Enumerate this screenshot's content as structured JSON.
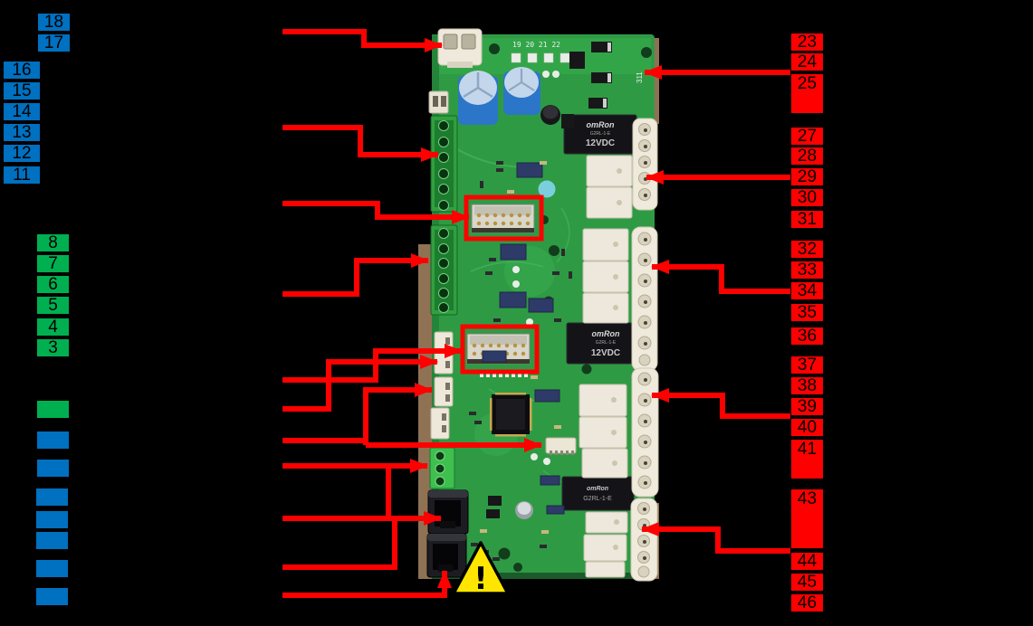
{
  "left_labels": {
    "top_blue": [
      "18",
      "17"
    ],
    "blue": [
      "16",
      "15",
      "14",
      "13",
      "12",
      "11"
    ],
    "green": [
      "8",
      "7",
      "6",
      "5",
      "4",
      "3"
    ]
  },
  "legend_swatches": [
    "green",
    "blue",
    "blue",
    "blue",
    "blue",
    "blue",
    "blue",
    "blue"
  ],
  "right_labels": {
    "g1": [
      "23",
      "24",
      "25"
    ],
    "g2": [
      "27",
      "28",
      "29",
      "30",
      "31"
    ],
    "g3": [
      "32",
      "33",
      "34",
      "35",
      "36"
    ],
    "g4": [
      "37",
      "38",
      "39",
      "40",
      "41"
    ],
    "g5": [
      "43",
      "44",
      "45",
      "46"
    ]
  },
  "board": {
    "silkscreen_top": "19   20   21   22",
    "silkscreen_side": "311",
    "relay": {
      "brand": "omRon",
      "model": "G2RL-1-E",
      "voltage": "12VDC"
    }
  },
  "icons": {
    "warning_triangle_glyph": "!"
  },
  "colors": {
    "annotation_red": "#FF0000",
    "label_blue": "#0070C0",
    "label_green": "#00B050",
    "pcb_green": "#2E9B44",
    "warning_yellow": "#FFE600"
  }
}
